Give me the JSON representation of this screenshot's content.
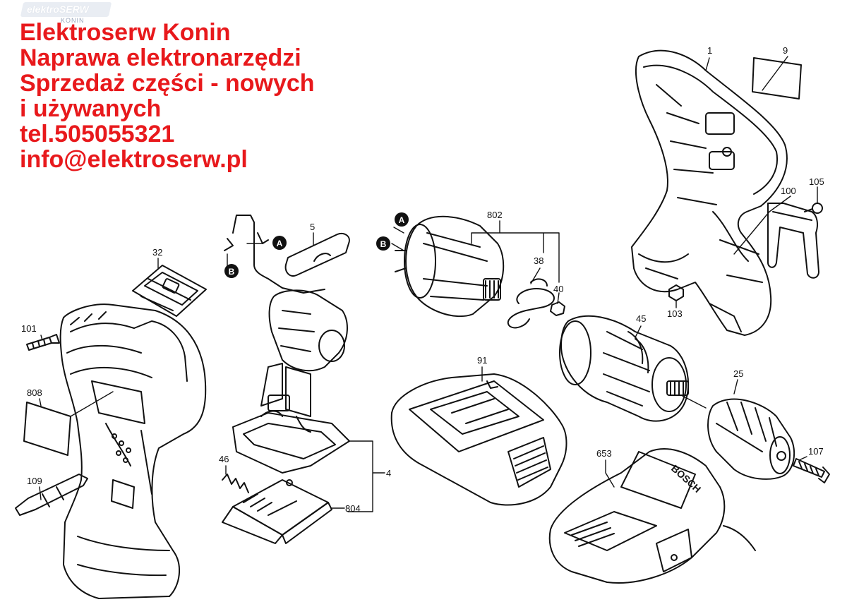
{
  "watermark": {
    "title": "elektroSERW",
    "subtitle": "KONIN"
  },
  "ad_lines": [
    "Elektroserw Konin",
    "Naprawa elektronarzędzi",
    "Sprzedaż części - nowych",
    "i używanych",
    "tel.505055321",
    "info@elektroserw.pl"
  ],
  "connector_markers": [
    "A",
    "B"
  ],
  "part_numbers": {
    "p1": "1",
    "p9": "9",
    "p105": "105",
    "p100": "100",
    "p103": "103",
    "p802": "802",
    "p38": "38",
    "p40": "40",
    "p45": "45",
    "p25": "25",
    "p107": "107",
    "p653": "653",
    "p91": "91",
    "p5": "5",
    "p32": "32",
    "p101": "101",
    "p808": "808",
    "p109": "109",
    "p46": "46",
    "p4": "4",
    "p804": "804"
  },
  "charger_brand": "BOSCH",
  "colors": {
    "ad_text": "#e8191c",
    "line": "#111111",
    "marker_fill": "#111111"
  }
}
